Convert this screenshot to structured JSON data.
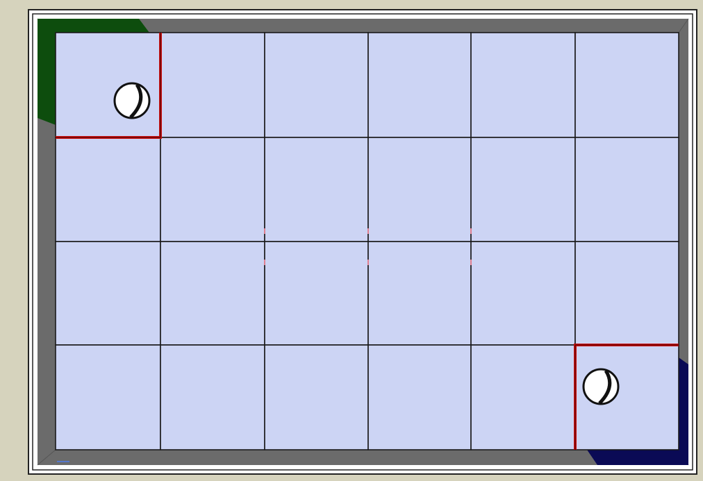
{
  "board": {
    "rows": 4,
    "cols": 6,
    "colors": {
      "background": "#d6d3bd",
      "frame_outer": "#ffffff",
      "wall": "#6b6b6b",
      "tile": "#ccd4f4",
      "grid_line": "#1a1a1a",
      "barrier": "#cc1111",
      "home_green": "#0d4d0d",
      "home_blue": "#0a0a55",
      "ball_fill": "#ffffff",
      "ball_stripe": "#111111"
    },
    "players": [
      {
        "name": "green-player",
        "corner": "top-left",
        "cell": [
          0,
          0
        ],
        "color": "#0d4d0d"
      },
      {
        "name": "blue-player",
        "corner": "bottom-right",
        "cell": [
          3,
          5
        ],
        "color": "#0a0a55"
      }
    ],
    "center_marks": [
      [
        1,
        2
      ],
      [
        1,
        3
      ],
      [
        1,
        4
      ],
      [
        2,
        2
      ],
      [
        2,
        3
      ],
      [
        2,
        4
      ]
    ]
  }
}
